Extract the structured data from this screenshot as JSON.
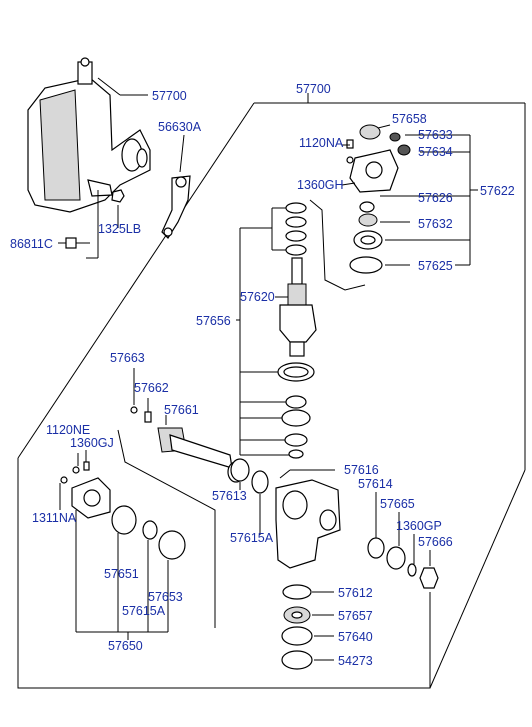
{
  "diagram": {
    "labels": {
      "a57700_top": "57700",
      "a56630A": "56630A",
      "a1325LB": "1325LB",
      "a86811C": "86811C",
      "b57700_box": "57700",
      "b57658": "57658",
      "b1120NA": "1120NA",
      "b57633": "57633",
      "b57634": "57634",
      "b1360GH": "1360GH",
      "b57626": "57626",
      "b57622": "57622",
      "b57632": "57632",
      "b57625": "57625",
      "b57620": "57620",
      "b57656": "57656",
      "c57663": "57663",
      "c57662": "57662",
      "c57661": "57661",
      "c1120NE": "1120NE",
      "c1360GJ": "1360GJ",
      "c1311NA": "1311NA",
      "c57613": "57613",
      "c57616": "57616",
      "c57614": "57614",
      "c57665": "57665",
      "c1360GP": "1360GP",
      "c57666": "57666",
      "c57615A_right": "57615A",
      "c57651": "57651",
      "c57653": "57653",
      "c57615A_left": "57615A",
      "c57650": "57650",
      "c57612": "57612",
      "c57657": "57657",
      "c57640": "57640",
      "c54273": "54273"
    },
    "colors": {
      "label": "#1a2fa6",
      "line": "#000000"
    }
  }
}
